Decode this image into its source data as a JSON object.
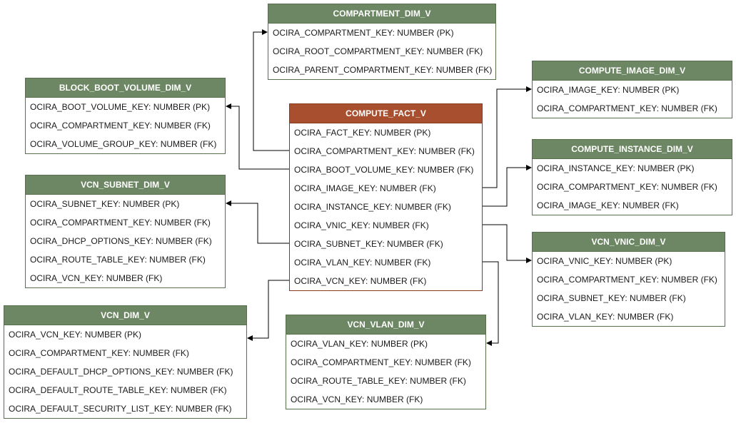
{
  "entities": {
    "compartment": {
      "name": "COMPARTMENT_DIM_V",
      "fields": [
        "OCIRA_COMPARTMENT_KEY: NUMBER (PK)",
        "OCIRA_ROOT_COMPARTMENT_KEY: NUMBER (FK)",
        "OCIRA_PARENT_COMPARTMENT_KEY: NUMBER (FK)"
      ]
    },
    "block_boot_volume": {
      "name": "BLOCK_BOOT_VOLUME_DIM_V",
      "fields": [
        "OCIRA_BOOT_VOLUME_KEY: NUMBER (PK)",
        "OCIRA_COMPARTMENT_KEY: NUMBER (FK)",
        "OCIRA_VOLUME_GROUP_KEY: NUMBER (FK)"
      ]
    },
    "compute_fact": {
      "name": "COMPUTE_FACT_V",
      "fields": [
        "OCIRA_FACT_KEY: NUMBER (PK)",
        "OCIRA_COMPARTMENT_KEY: NUMBER (FK)",
        "OCIRA_BOOT_VOLUME_KEY: NUMBER (FK)",
        "OCIRA_IMAGE_KEY: NUMBER (FK)",
        "OCIRA_INSTANCE_KEY: NUMBER (FK)",
        "OCIRA_VNIC_KEY: NUMBER (FK)",
        "OCIRA_SUBNET_KEY: NUMBER (FK)",
        "OCIRA_VLAN_KEY: NUMBER (FK)",
        "OCIRA_VCN_KEY: NUMBER (FK)"
      ]
    },
    "compute_image": {
      "name": "COMPUTE_IMAGE_DIM_V",
      "fields": [
        "OCIRA_IMAGE_KEY: NUMBER (PK)",
        "OCIRA_COMPARTMENT_KEY: NUMBER (FK)"
      ]
    },
    "compute_instance": {
      "name": "COMPUTE_INSTANCE_DIM_V",
      "fields": [
        "OCIRA_INSTANCE_KEY: NUMBER (PK)",
        "OCIRA_COMPARTMENT_KEY: NUMBER (FK)",
        "OCIRA_IMAGE_KEY: NUMBER (FK)"
      ]
    },
    "vcn_subnet": {
      "name": "VCN_SUBNET_DIM_V",
      "fields": [
        "OCIRA_SUBNET_KEY: NUMBER (PK)",
        "OCIRA_COMPARTMENT_KEY: NUMBER (FK)",
        "OCIRA_DHCP_OPTIONS_KEY: NUMBER (FK)",
        "OCIRA_ROUTE_TABLE_KEY: NUMBER (FK)",
        "OCIRA_VCN_KEY: NUMBER (FK)"
      ]
    },
    "vcn_vnic": {
      "name": "VCN_VNIC_DIM_V",
      "fields": [
        "OCIRA_VNIC_KEY: NUMBER (PK)",
        "OCIRA_COMPARTMENT_KEY: NUMBER (FK)",
        "OCIRA_SUBNET_KEY: NUMBER (FK)",
        "OCIRA_VLAN_KEY: NUMBER (FK)"
      ]
    },
    "vcn": {
      "name": "VCN_DIM_V",
      "fields": [
        "OCIRA_VCN_KEY: NUMBER (PK)",
        "OCIRA_COMPARTMENT_KEY: NUMBER (FK)",
        "OCIRA_DEFAULT_DHCP_OPTIONS_KEY: NUMBER (FK)",
        "OCIRA_DEFAULT_ROUTE_TABLE_KEY: NUMBER (FK)",
        "OCIRA_DEFAULT_SECURITY_LIST_KEY: NUMBER (FK)"
      ]
    },
    "vcn_vlan": {
      "name": "VCN_VLAN_DIM_V",
      "fields": [
        "OCIRA_VLAN_KEY: NUMBER (PK)",
        "OCIRA_COMPARTMENT_KEY: NUMBER (FK)",
        "OCIRA_ROUTE_TABLE_KEY: NUMBER (FK)",
        "OCIRA_VCN_KEY: NUMBER (FK)"
      ]
    }
  },
  "colors": {
    "dim_header": "#6d8764",
    "fact_header": "#a84f2f",
    "connector": "#000000"
  }
}
